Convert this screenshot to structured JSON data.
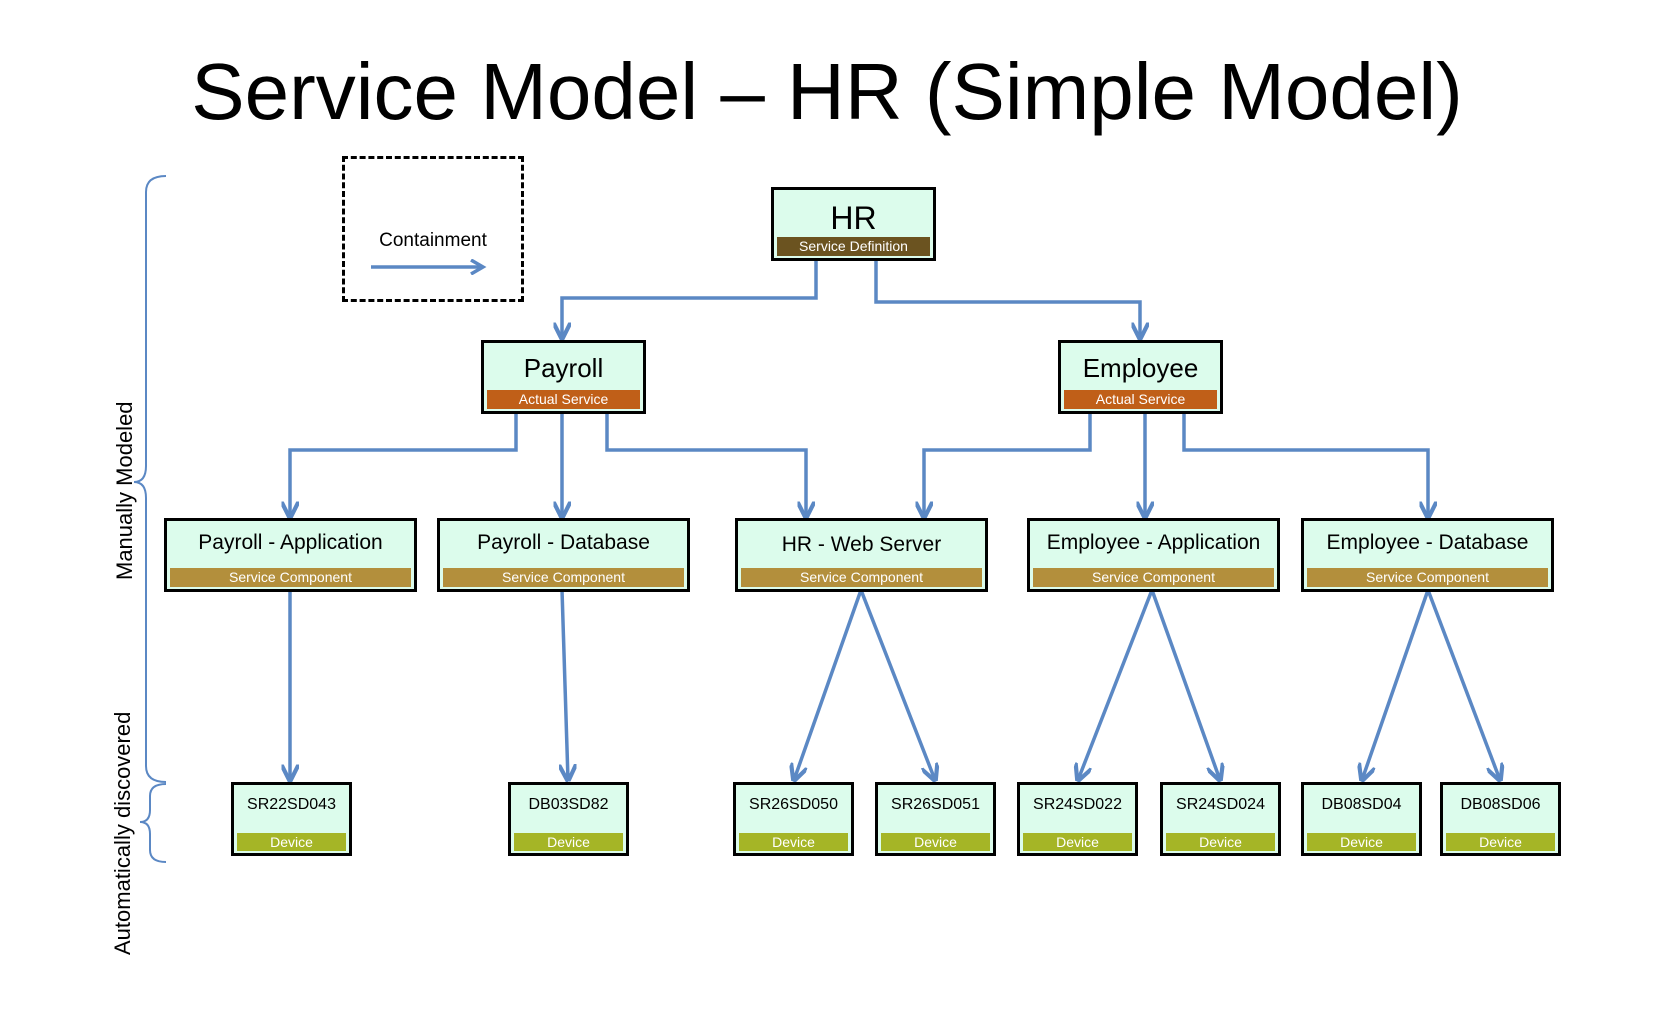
{
  "title": "Service Model – HR (Simple Model)",
  "legend": {
    "label": "Containment"
  },
  "side_labels": {
    "manual": "Manually Modeled",
    "auto": "Automatically discovered"
  },
  "colors": {
    "node_fill": "#dcfcec",
    "service_definition": "#6b5320",
    "actual_service": "#c05f18",
    "service_component": "#b38f3c",
    "device": "#a5b526",
    "connector": "#5b88c4"
  },
  "nodes": {
    "hr": {
      "name": "HR",
      "kind": "Service Definition"
    },
    "payroll": {
      "name": "Payroll",
      "kind": "Actual Service"
    },
    "employee": {
      "name": "Employee",
      "kind": "Actual Service"
    },
    "payroll_app": {
      "name": "Payroll - Application",
      "kind": "Service Component"
    },
    "payroll_db": {
      "name": "Payroll - Database",
      "kind": "Service Component"
    },
    "hr_web": {
      "name": "HR - Web Server",
      "kind": "Service Component"
    },
    "employee_app": {
      "name": "Employee - Application",
      "kind": "Service Component"
    },
    "employee_db": {
      "name": "Employee - Database",
      "kind": "Service Component"
    },
    "sr22sd043": {
      "name": "SR22SD043",
      "kind": "Device"
    },
    "db03sd82": {
      "name": "DB03SD82",
      "kind": "Device"
    },
    "sr26sd050": {
      "name": "SR26SD050",
      "kind": "Device"
    },
    "sr26sd051": {
      "name": "SR26SD051",
      "kind": "Device"
    },
    "sr24sd022": {
      "name": "SR24SD022",
      "kind": "Device"
    },
    "sr24sd024": {
      "name": "SR24SD024",
      "kind": "Device"
    },
    "db08sd04": {
      "name": "DB08SD04",
      "kind": "Device"
    },
    "db08sd06": {
      "name": "DB08SD06",
      "kind": "Device"
    }
  },
  "edges": [
    [
      "hr",
      "payroll"
    ],
    [
      "hr",
      "employee"
    ],
    [
      "payroll",
      "payroll_app"
    ],
    [
      "payroll",
      "payroll_db"
    ],
    [
      "payroll",
      "hr_web"
    ],
    [
      "employee",
      "hr_web"
    ],
    [
      "employee",
      "employee_app"
    ],
    [
      "employee",
      "employee_db"
    ],
    [
      "payroll_app",
      "sr22sd043"
    ],
    [
      "payroll_db",
      "db03sd82"
    ],
    [
      "hr_web",
      "sr26sd050"
    ],
    [
      "hr_web",
      "sr26sd051"
    ],
    [
      "employee_app",
      "sr24sd022"
    ],
    [
      "employee_app",
      "sr24sd024"
    ],
    [
      "employee_db",
      "db08sd04"
    ],
    [
      "employee_db",
      "db08sd06"
    ]
  ]
}
